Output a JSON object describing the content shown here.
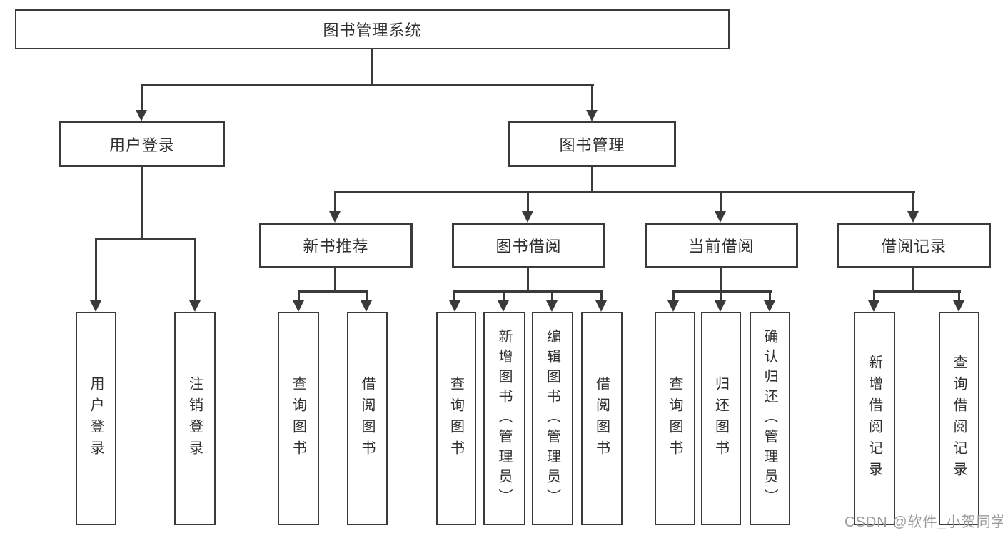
{
  "diagram_title": "图书管理系统",
  "tree": {
    "root": {
      "label": "图书管理系统",
      "children": [
        {
          "label": "用户登录",
          "children": [
            {
              "label": "用户登录"
            },
            {
              "label": "注销登录"
            }
          ]
        },
        {
          "label": "图书管理",
          "children": [
            {
              "label": "新书推荐",
              "children": [
                {
                  "label": "查询图书"
                },
                {
                  "label": "借阅图书"
                }
              ]
            },
            {
              "label": "图书借阅",
              "children": [
                {
                  "label": "查询图书"
                },
                {
                  "label": "新增图书（管理员）"
                },
                {
                  "label": "编辑图书（管理员）"
                },
                {
                  "label": "借阅图书"
                }
              ]
            },
            {
              "label": "当前借阅",
              "children": [
                {
                  "label": "查询图书"
                },
                {
                  "label": "归还图书"
                },
                {
                  "label": "确认归还（管理员）"
                }
              ]
            },
            {
              "label": "借阅记录",
              "children": [
                {
                  "label": "新增借阅记录"
                },
                {
                  "label": "查询借阅记录"
                }
              ]
            }
          ]
        }
      ]
    }
  },
  "watermark": "CSDN @软件_小贺同学",
  "colors": {
    "line": "#3a3a3a",
    "text": "#303030",
    "watermark": "#9c9c9c",
    "background": "#ffffff"
  }
}
